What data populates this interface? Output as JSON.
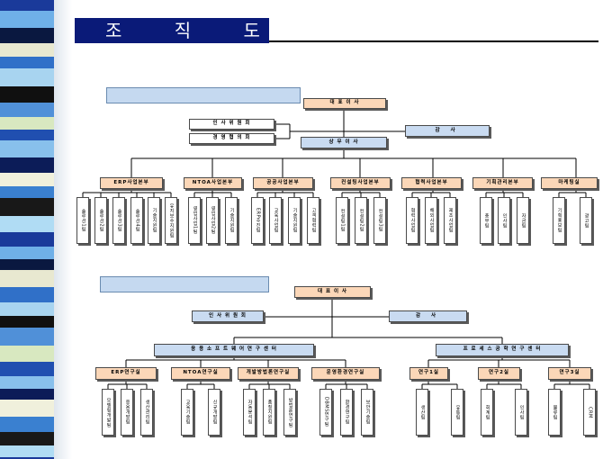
{
  "title": "조 직 도",
  "top_chart": {
    "ceo": "대 표 이 사",
    "committees": [
      "인 사 위 원 회",
      "경 영 협 의 회"
    ],
    "auditor": "감 사",
    "executive": "상 무 이 사",
    "divisions": [
      {
        "name": "ERP사업본부",
        "teams": [
          "솔루션1팀",
          "솔루션2팀",
          "솔루션3팀",
          "솔루션4팀",
          "기술지원팀",
          "유지보수지원팀"
        ]
      },
      {
        "name": "NTOA사업본부",
        "teams": [
          "영업사업1팀",
          "영업사업2팀",
          "기술지원팀"
        ]
      },
      {
        "name": "공공사업본부",
        "teams": [
          "ERP추진팀",
          "교육사업팀",
          "기술지원팀",
          "고객협력팀"
        ]
      },
      {
        "name": "컨설팅사업본부",
        "teams": [
          "컨설팅1팀",
          "컨설팅2팀",
          "컨설팅3팀"
        ]
      },
      {
        "name": "협력사업본부",
        "teams": [
          "협력사업팀",
          "해외사업팀",
          "제조사업팀"
        ]
      },
      {
        "name": "기획관리본부",
        "teams": [
          "총무팀",
          "인사팀",
          "자금팀"
        ]
      },
      {
        "name": "마케팅실",
        "teams": [
          "기획홍보팀",
          "광고팀"
        ]
      }
    ]
  },
  "bottom_chart": {
    "ceo": "대 표 이 사",
    "committee": "인 사 위 원 회",
    "auditor": "감 사",
    "centers": [
      {
        "name": "응 용 소 프 트 웨 어 연 구 센 터",
        "labs": [
          {
            "name": "ERP연구실",
            "teams": [
              "모델링개발팀",
              "응용개발팀",
              "생산관리팀"
            ]
          },
          {
            "name": "NTOA연구실",
            "teams": [
              "교육기술팀",
              "신규개발팀"
            ]
          },
          {
            "name": "개발방법론연구실",
            "teams": [
              "자동분석팀",
              "품질지원팀",
              "방법론연구팀"
            ]
          },
          {
            "name": "운영환경연구실",
            "teams": [
              "DBMS연구팀",
              "환경연구팀",
              "보안기술팀"
            ]
          }
        ]
      },
      {
        "name": "프 로 세 스 공 학 연 구 센 터",
        "labs": [
          {
            "name": "연구1실",
            "teams": [
              "생산팀",
              "유통팀"
            ]
          },
          {
            "name": "연구2실",
            "teams": [
              "회계팀",
              "인사팀"
            ]
          },
          {
            "name": "연구3실",
            "teams": [
              "물류팀",
              "CRM"
            ]
          }
        ]
      }
    ]
  }
}
